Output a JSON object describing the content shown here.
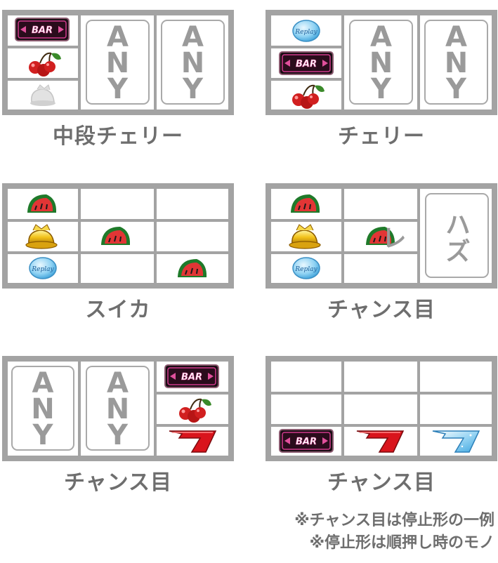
{
  "captions": {
    "p1": "中段チェリー",
    "p2": "チェリー",
    "p3": "スイカ",
    "p4": "チャンス目",
    "p5": "チャンス目",
    "p6": "チャンス目"
  },
  "any_label": "ANY",
  "hazure_label": "ハズレ",
  "bar_label": "BAR",
  "replay_label": "Replay",
  "notes": [
    "※チャンス目は停止形の一例",
    "※停止形は順押し時のモノ"
  ],
  "colors": {
    "frame": "#a3a3a3",
    "text_gray": "#6e6e6e",
    "cherry_red": "#d11f1f",
    "seven_red": "#d9141c",
    "seven_blue": "#7ec7ef"
  }
}
